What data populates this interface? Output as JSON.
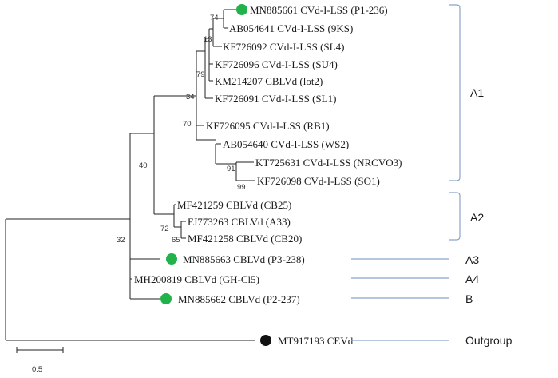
{
  "tree": {
    "leaves": [
      {
        "label": "MN885661 CVd-I-LSS (P1-236)",
        "marker": "green"
      },
      {
        "label": "AB054641 CVd-I-LSS (9KS)"
      },
      {
        "label": "KF726092  CVd-I-LSS (SL4)"
      },
      {
        "label": "KF726096 CVd-I-LSS (SU4)"
      },
      {
        "label": "KM214207 CBLVd (lot2)"
      },
      {
        "label": "KF726091 CVd-I-LSS (SL1)"
      },
      {
        "label": "KF726095  CVd-I-LSS (RB1)"
      },
      {
        "label": "AB054640 CVd-I-LSS (WS2)"
      },
      {
        "label": "KT725631 CVd-I-LSS (NRCVO3)"
      },
      {
        "label": "KF726098 CVd-I-LSS (SO1)"
      },
      {
        "label": "MF421259 CBLVd (CB25)"
      },
      {
        "label": "FJ773263 CBLVd (A33)"
      },
      {
        "label": "MF421258 CBLVd (CB20)"
      },
      {
        "label": "MN885663 CBLVd (P3-238)",
        "marker": "green"
      },
      {
        "label": "MH200819 CBLVd (GH-Cl5)"
      },
      {
        "label": "MN885662 CBLVd (P2-237)",
        "marker": "green"
      },
      {
        "label": "MT917193 CEVd",
        "marker": "black"
      }
    ],
    "bootstrap": [
      "74",
      "13",
      "79",
      "34",
      "70",
      "91",
      "99",
      "40",
      "72",
      "65",
      "32"
    ],
    "clades": [
      "A1",
      "A2",
      "A3",
      "A4",
      "B",
      "Outgroup"
    ],
    "scale_label": "0.5",
    "marker_colors": {
      "green": "#22b24c",
      "black": "#111111"
    }
  }
}
